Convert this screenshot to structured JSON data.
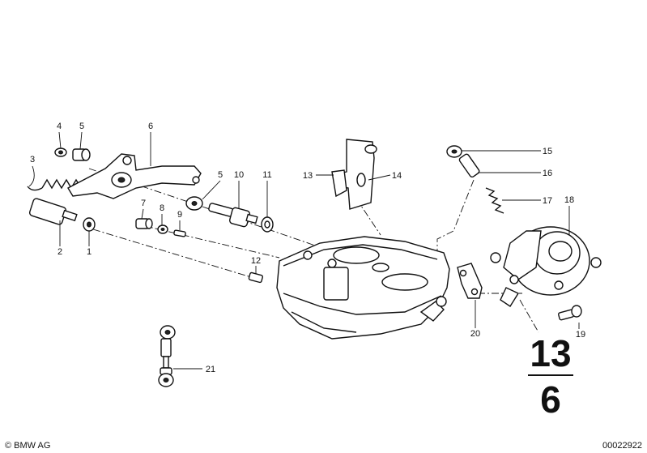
{
  "callouts": {
    "c1": "1",
    "c2": "2",
    "c3": "3",
    "c4": "4",
    "c5": "5",
    "c5b": "5",
    "c6": "6",
    "c7": "7",
    "c8": "8",
    "c9": "9",
    "c10": "10",
    "c11": "11",
    "c12": "12",
    "c13": "13",
    "c14": "14",
    "c15": "15",
    "c16": "16",
    "c17": "17",
    "c18": "18",
    "c19": "19",
    "c20": "20",
    "c21": "21"
  },
  "group": {
    "main": "13",
    "sub": "6"
  },
  "footer": {
    "copyright": "© BMW AG",
    "image_number": "00022922"
  }
}
